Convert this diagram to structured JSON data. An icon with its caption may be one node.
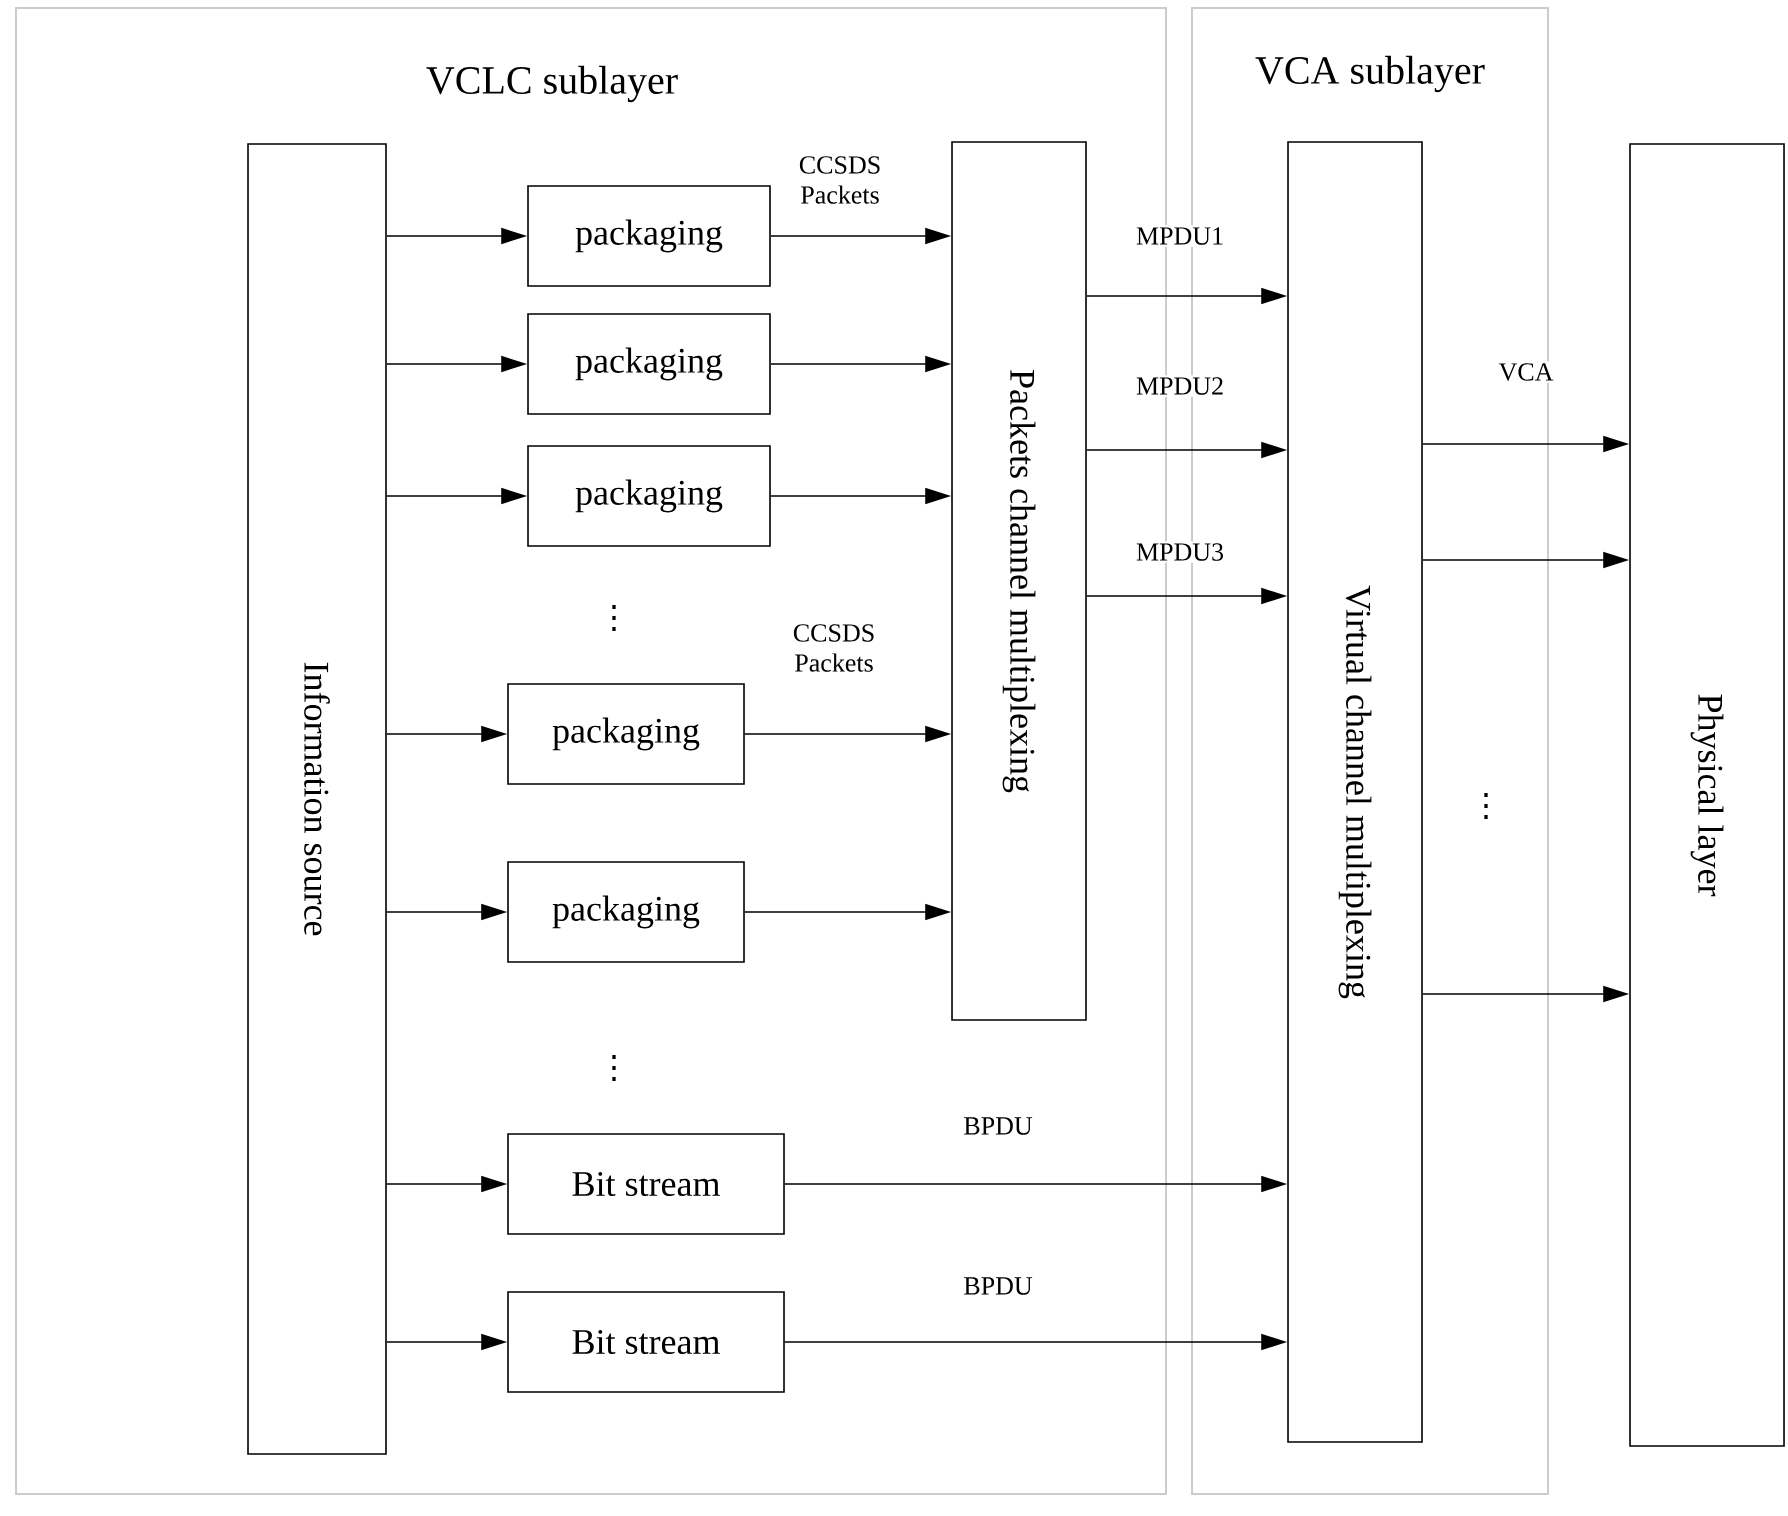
{
  "diagram": {
    "nodes": [
      {
        "text": [
          "VCLC sublayer"
        ]
      },
      {
        "text": [
          "VCA sublayer"
        ]
      },
      {
        "text": [
          "Information source"
        ],
        "in": 0
      },
      {
        "text": [
          "packaging"
        ],
        "in": 0
      },
      {
        "text": [
          "packaging"
        ],
        "in": 0
      },
      {
        "text": [
          "packaging"
        ],
        "in": 0
      },
      {
        "text": [
          "packaging"
        ],
        "in": 0
      },
      {
        "text": [
          "packaging"
        ],
        "in": 0
      },
      {
        "text": [
          "Bit stream"
        ],
        "in": 0
      },
      {
        "text": [
          "Bit stream"
        ],
        "in": 0
      },
      {
        "text": [
          "Packets channel multiplexing"
        ],
        "in": 0
      },
      {
        "text": [
          "Virtual channel multiplexing"
        ],
        "in": 1
      },
      {
        "text": [
          "Physical layer"
        ]
      }
    ],
    "edges": [
      {
        "from": 2,
        "to": 3,
        "arrow": "to"
      },
      {
        "from": 2,
        "to": 4,
        "arrow": "to"
      },
      {
        "from": 2,
        "to": 5,
        "arrow": "to"
      },
      {
        "from": 2,
        "to": 6,
        "arrow": "to"
      },
      {
        "from": 2,
        "to": 7,
        "arrow": "to"
      },
      {
        "from": 2,
        "to": 8,
        "arrow": "to"
      },
      {
        "from": 2,
        "to": 9,
        "arrow": "to"
      },
      {
        "from": 3,
        "to": 10,
        "arrow": "to",
        "label": "CCSDS Packets"
      },
      {
        "from": 4,
        "to": 10,
        "arrow": "to"
      },
      {
        "from": 5,
        "to": 10,
        "arrow": "to"
      },
      {
        "from": 6,
        "to": 10,
        "arrow": "to",
        "label": "CCSDS Packets"
      },
      {
        "from": 7,
        "to": 10,
        "arrow": "to"
      },
      {
        "from": 10,
        "to": 11,
        "arrow": "to",
        "label": "MPDU1"
      },
      {
        "from": 10,
        "to": 11,
        "arrow": "to",
        "label": "MPDU2"
      },
      {
        "from": 10,
        "to": 11,
        "arrow": "to",
        "label": "MPDU3"
      },
      {
        "from": 8,
        "to": 11,
        "arrow": "to",
        "label": "BPDU"
      },
      {
        "from": 9,
        "to": 11,
        "arrow": "to",
        "label": "BPDU"
      },
      {
        "from": 11,
        "to": 12,
        "arrow": "to",
        "label": "VCA"
      },
      {
        "from": 11,
        "to": 12,
        "arrow": "to"
      },
      {
        "from": 11,
        "to": 12,
        "arrow": "to"
      }
    ],
    "labels": [
      "⋮",
      "⋮",
      "⋮"
    ]
  }
}
